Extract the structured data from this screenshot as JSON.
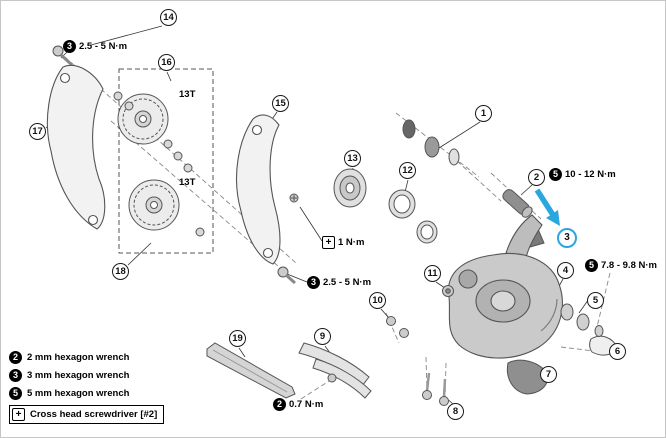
{
  "colors": {
    "accent_blue": "#2BA7DF",
    "line_art": "#555555"
  },
  "callouts": {
    "c1": "1",
    "c2": "2",
    "c3": "3",
    "c4": "4",
    "c5": "5",
    "c6": "6",
    "c7": "7",
    "c8": "8",
    "c9": "9",
    "c10": "10",
    "c11": "11",
    "c12": "12",
    "c13": "13",
    "c14": "14",
    "c15": "15",
    "c16": "16",
    "c17": "17",
    "c18": "18",
    "c19": "19",
    "c3_highlighted": "3"
  },
  "torque_labels": {
    "top_left": {
      "tool": "3",
      "text": "2.5 - 5 N·m"
    },
    "top_right": {
      "tool": "5",
      "text": "10 - 12 N·m"
    },
    "mid_right": {
      "tool": "5",
      "text": "7.8 - 9.8 N·m"
    },
    "screwdriver_mid": {
      "tool": "+",
      "text": "1 N·m"
    },
    "mid_left": {
      "tool": "3",
      "text": "2.5 - 5 N·m"
    },
    "bottom": {
      "tool": "2",
      "text": "0.7 N·m"
    }
  },
  "part_labels": {
    "pulley_top": "13T",
    "pulley_bottom": "13T"
  },
  "legend": {
    "items": [
      {
        "tool": "2",
        "label": "2 mm hexagon wrench"
      },
      {
        "tool": "3",
        "label": "3 mm hexagon wrench"
      },
      {
        "tool": "5",
        "label": "5 mm hexagon wrench"
      },
      {
        "tool": "+",
        "label": "Cross head screwdriver [#2]"
      }
    ]
  }
}
